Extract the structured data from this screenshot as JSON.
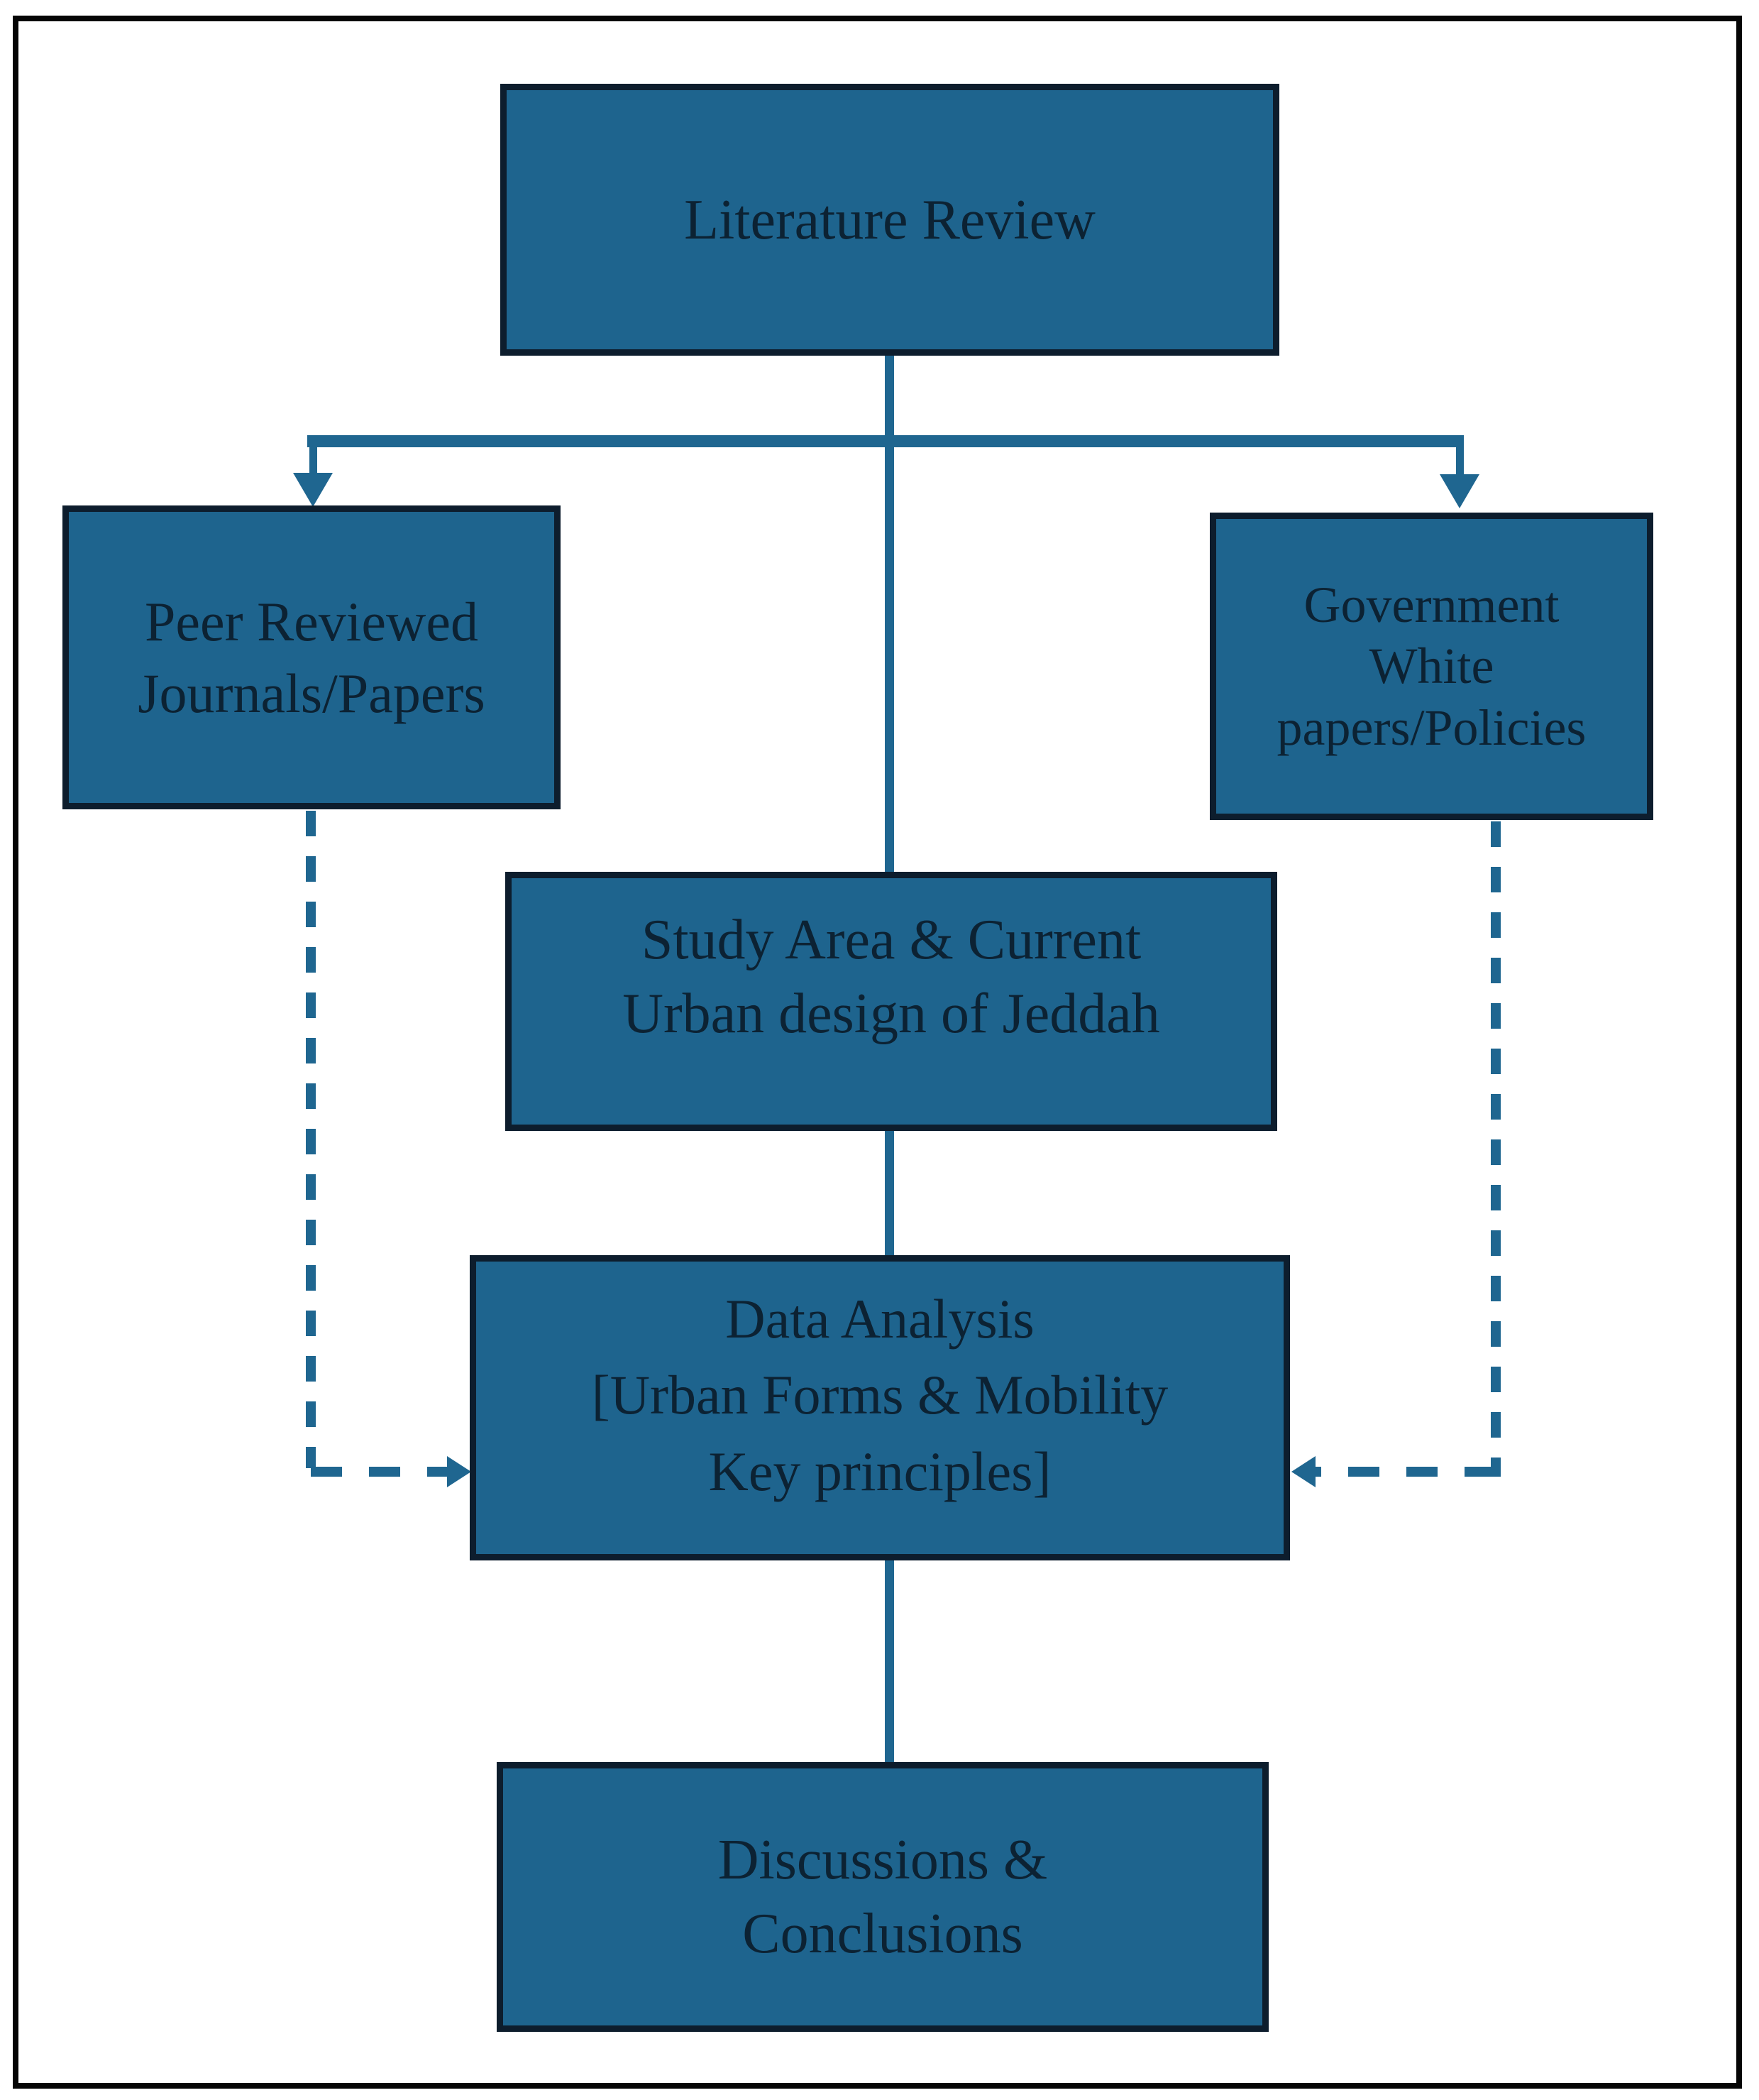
{
  "figure": {
    "description": "Research methodology flowchart",
    "background_color": "#ffffff",
    "frame_color": "#050505",
    "node_fill_color": "#1e648e",
    "node_border_color": "#0d1d2d",
    "connector_color": "#1f6690",
    "text_color": "#0c2233"
  },
  "nodes": {
    "literature_review": {
      "lines": [
        "Literature Review"
      ]
    },
    "peer_reviewed": {
      "lines": [
        "Peer Reviewed",
        "Journals/Papers"
      ]
    },
    "government": {
      "lines": [
        "Government",
        "White",
        "papers/Policies"
      ]
    },
    "study_area": {
      "lines": [
        "Study Area & Current",
        "Urban design of Jeddah"
      ]
    },
    "data_analysis": {
      "lines": [
        "Data Analysis",
        "[Urban Forms & Mobility",
        "Key principles]"
      ]
    },
    "discussions": {
      "lines": [
        "Discussions &",
        "Conclusions"
      ]
    }
  },
  "edges": [
    {
      "from": "literature_review",
      "to": "peer_reviewed",
      "style": "solid",
      "arrowhead": true
    },
    {
      "from": "literature_review",
      "to": "government",
      "style": "solid",
      "arrowhead": true
    },
    {
      "from": "literature_review",
      "to": "study_area",
      "style": "solid",
      "arrowhead": false
    },
    {
      "from": "study_area",
      "to": "data_analysis",
      "style": "solid",
      "arrowhead": false
    },
    {
      "from": "data_analysis",
      "to": "discussions",
      "style": "solid",
      "arrowhead": false
    },
    {
      "from": "peer_reviewed",
      "to": "data_analysis",
      "style": "dashed",
      "arrowhead": true
    },
    {
      "from": "government",
      "to": "data_analysis",
      "style": "dashed",
      "arrowhead": true
    }
  ]
}
